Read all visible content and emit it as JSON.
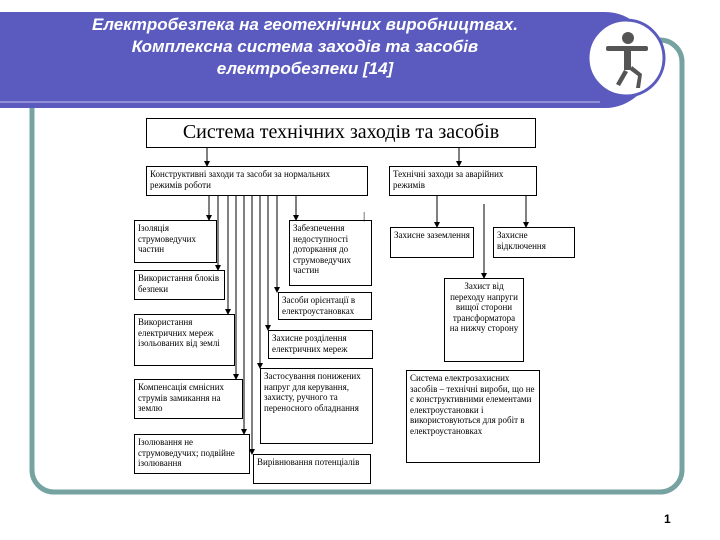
{
  "slide": {
    "title_line1": "Електробезпека на геотехнічних виробництвах.",
    "title_line2": "Комплексна система заходів та засобів",
    "title_line3": "електробезпеки [14]",
    "page_number": "1",
    "mascot_icon": "stick-figure-icon",
    "colors": {
      "banner": "#5b5bbf",
      "frame_border": "#77a2a2",
      "text": "#000000"
    }
  },
  "diagram": {
    "root": "Система технічних заходів та засобів",
    "normal": "Конструктивні заходи та засоби за нормальних режимів роботи",
    "emergency": "Технічні заходи за аварійних режимів",
    "normal_items": {
      "isolation": "Ізоляція струмоведучих частин",
      "blocks": "Використання блоків безпеки",
      "isolated_networks": "Використання електричних мереж ізольованих від землі",
      "compensation": "Компенсація ємнісних струмів замикання на землю",
      "double_insulation": "Ізолювання не струмоведучих; подвійне ізолювання",
      "inaccessibility": "Забезпечення недоступності доторкання до струмоведучих частин",
      "orientation": "Засоби орієнтації в електроустановках",
      "separation": "Захисне розділення електричних мереж",
      "low_voltage": "Застосування понижених напруг для керування, захисту, ручного та переносного обладнання",
      "equalization": "Вирівнювання потенціалів"
    },
    "emergency_items": {
      "grounding": "Захисне заземлення",
      "disconnection": "Захисне відключення",
      "transition_protection": "Захист від переходу напруги вищої сторони трансформатора на нижчу сторону",
      "system_protective": "Система електрозахисних засобів – технічні вироби, що не є конструктивними елементами електроустановки і використовуються для робіт в електроустановках"
    },
    "stray_mark": "|"
  }
}
